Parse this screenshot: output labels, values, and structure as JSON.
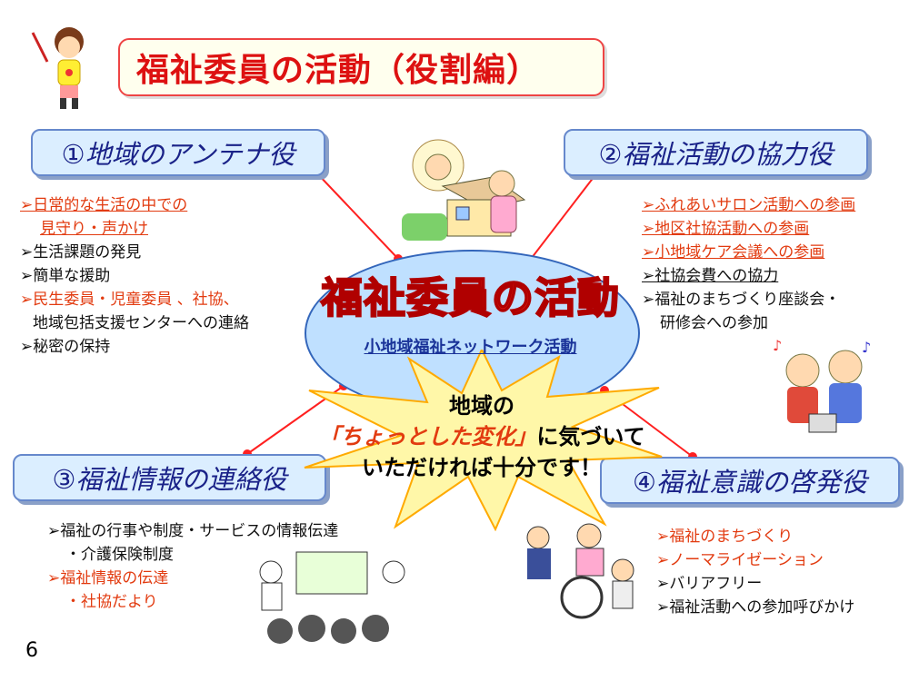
{
  "title": "福祉委員の活動（役割編）",
  "center": {
    "title": "福祉委員の活動",
    "subtitle": "小地域福祉ネットワーク活動"
  },
  "burst": {
    "line1": "地域の",
    "highlight": "「ちょっとした変化」",
    "line2_rest": "に気づいて",
    "line3": "いただければ十分です！"
  },
  "roles": {
    "r1": {
      "label": "①地域のアンテナ役"
    },
    "r2": {
      "label": "②福祉活動の協力役"
    },
    "r3": {
      "label": "③福祉情報の連絡役"
    },
    "r4": {
      "label": "④福祉意識の啓発役"
    }
  },
  "list1": [
    "➢日常的な生活の中での",
    "見守り・声かけ",
    "➢生活課題の発見",
    "➢簡単な援助",
    "➢民生委員・児童委員 、社協、",
    "地域包括支援センターへの連絡",
    "➢秘密の保持"
  ],
  "list2": [
    "➢ふれあいサロン活動への参画",
    "➢地区社協活動への参画",
    "➢小地域ケア会議への参画",
    "➢社協会費への協力",
    "➢福祉のまちづくり座談会・",
    "研修会への参加"
  ],
  "list3": [
    "➢福祉の行事や制度・サービスの情報伝達",
    "・介護保険制度",
    "➢福祉情報の伝達",
    "・社協だより"
  ],
  "list4": [
    "➢福祉のまちづくり",
    "➢ノーマライゼーション",
    "➢バリアフリー",
    "➢福祉活動への参加呼びかけ"
  ],
  "page_number": "6",
  "colors": {
    "accent_red": "#e23b10",
    "role_blue": "#1a2288",
    "ellipse": "#bfe0ff",
    "burst": "#fff7a8"
  }
}
